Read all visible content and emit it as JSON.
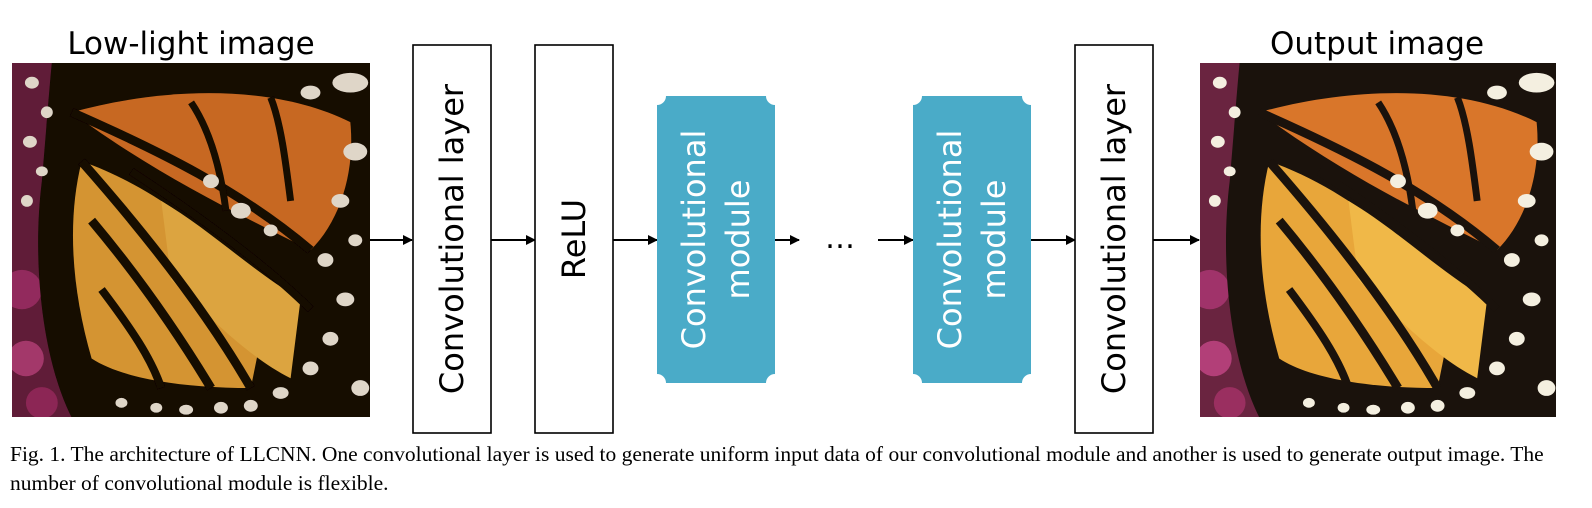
{
  "figure": {
    "input_title": "Low-light image",
    "output_title": "Output image",
    "caption": "Fig. 1. The architecture of LLCNN. One convolutional layer is used to generate uniform input data of our convolutional module and another is used to generate output image. The number of convolutional module is flexible."
  },
  "nodes": [
    {
      "id": "conv1",
      "label": "Convolutional layer",
      "lines": [
        "Convolutional layer"
      ],
      "style": "outline"
    },
    {
      "id": "relu",
      "label": "ReLU",
      "lines": [
        "ReLU"
      ],
      "style": "outline"
    },
    {
      "id": "module1",
      "label": "Convolutional module",
      "lines": [
        "Convolutional",
        "module"
      ],
      "style": "module"
    },
    {
      "id": "ellipsis",
      "label": "…",
      "lines": [
        "…"
      ],
      "style": "text"
    },
    {
      "id": "module2",
      "label": "Convolutional module",
      "lines": [
        "Convolutional",
        "module"
      ],
      "style": "module"
    },
    {
      "id": "conv2",
      "label": "Convolutional layer",
      "lines": [
        "Convolutional layer"
      ],
      "style": "outline"
    }
  ],
  "colors": {
    "module_fill": "#4aabc8",
    "stroke": "#000000",
    "wing_orange": "#e8a63a",
    "wing_vein": "#1a120c",
    "flower": "#8a2a55"
  }
}
